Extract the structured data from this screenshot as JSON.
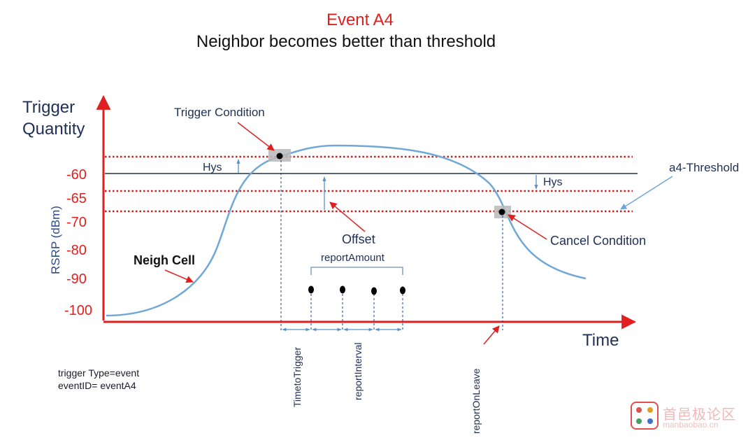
{
  "title": "Event A4",
  "subtitle": "Neighbor becomes better than threshold",
  "y_axis": {
    "title_line1": "Trigger",
    "title_line2": "Quantity",
    "unit_label": "RSRP (dBm)",
    "ticks": [
      "-60",
      "-65",
      "-70",
      "-80",
      "-90",
      "-100"
    ]
  },
  "x_axis": {
    "title": "Time"
  },
  "labels": {
    "trigger_condition": "Trigger Condition",
    "cancel_condition": "Cancel Condition",
    "hys_left": "Hys",
    "hys_right": "Hys",
    "a4_threshold": "a4-Threshold",
    "offset": "Offset",
    "report_amount": "reportAmount",
    "neigh_cell": "Neigh Cell",
    "time_to_trigger": "TimetoTrigger",
    "report_interval": "reportInterval",
    "report_on_leave": "reportOnLeave"
  },
  "meta": {
    "line1": "trigger Type=event",
    "line2": "eventID= eventA4"
  },
  "watermark": {
    "text": "首邑极论区",
    "url": "manbaobao.cn"
  },
  "colors": {
    "title": "#e02020",
    "axis": "#e02020",
    "curve": "#6fa8d6",
    "threshold": "#1f3550",
    "annotation_arrow": "#e02020",
    "guide": "#1f3f8a"
  }
}
